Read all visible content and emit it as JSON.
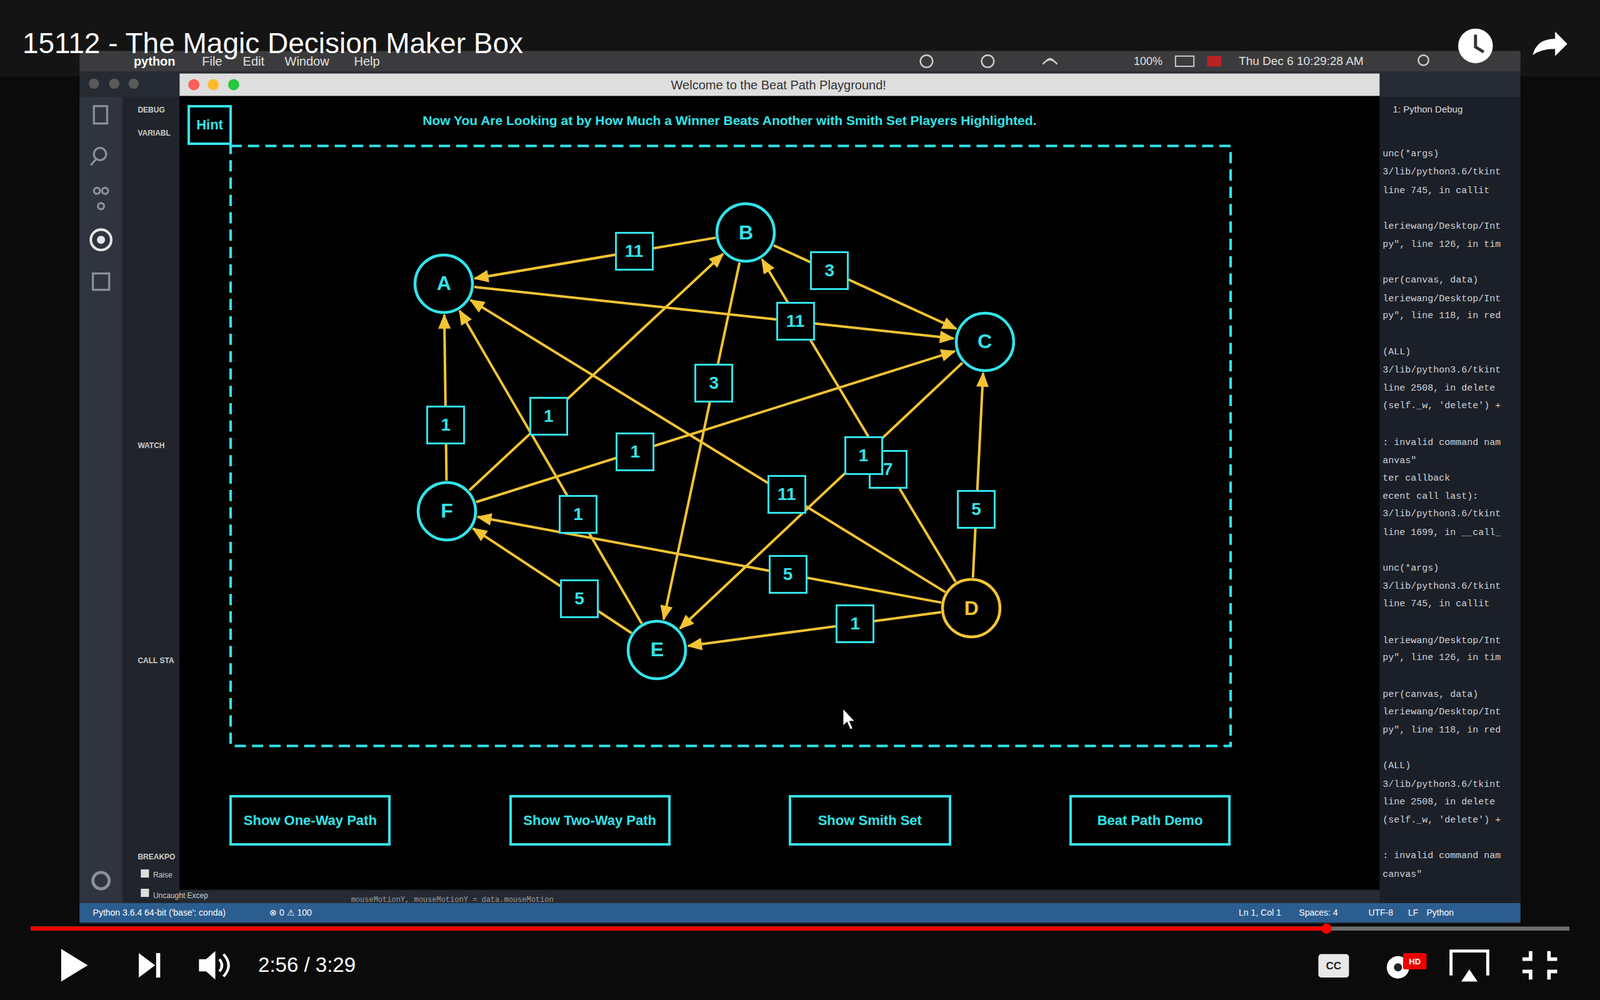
{
  "diagram": {
    "title": "15112 - The Magic Decision Maker Box",
    "nodes": [
      {
        "text": [
          "Hint"
        ]
      },
      {
        "text": [
          "B"
        ]
      },
      {
        "text": [
          "A"
        ]
      },
      {
        "text": [
          "C"
        ]
      },
      {
        "text": [
          "F"
        ]
      },
      {
        "text": [
          "D"
        ]
      },
      {
        "text": [
          "E"
        ]
      },
      {
        "text": [
          "Show One-Way Path"
        ]
      },
      {
        "text": [
          "Show Two-Way Path"
        ]
      },
      {
        "text": [
          "Show Smith Set"
        ]
      },
      {
        "text": [
          "Beat Path Demo"
        ]
      }
    ],
    "edges": [
      {
        "from": 1,
        "to": 2,
        "arrow": "to",
        "label": "11"
      },
      {
        "from": 1,
        "to": 3,
        "arrow": "to",
        "label": "3"
      },
      {
        "from": 2,
        "to": 3,
        "arrow": "to",
        "label": "11"
      },
      {
        "from": 4,
        "to": 2,
        "arrow": "to",
        "label": "1"
      },
      {
        "from": 4,
        "to": 1,
        "arrow": "to",
        "label": "1"
      },
      {
        "from": 4,
        "to": 3,
        "arrow": "to",
        "label": "1"
      },
      {
        "from": 6,
        "to": 2,
        "arrow": "to",
        "label": "1"
      },
      {
        "from": 6,
        "to": 4,
        "arrow": "to",
        "label": "5"
      },
      {
        "from": 5,
        "to": 4,
        "arrow": "to",
        "label": "5"
      },
      {
        "from": 5,
        "to": 6,
        "arrow": "to",
        "label": "1"
      },
      {
        "from": 5,
        "to": 3,
        "arrow": "to",
        "label": "5"
      },
      {
        "from": 5,
        "to": 1,
        "arrow": "to",
        "label": "7"
      },
      {
        "from": 1,
        "to": 6,
        "arrow": "to",
        "label": "3"
      },
      {
        "from": 5,
        "to": 2,
        "arrow": "to",
        "label": "11"
      },
      {
        "from": 3,
        "to": 6,
        "arrow": "to",
        "label": "1"
      }
    ],
    "labels": [
      "python",
      "File",
      "Edit",
      "Window",
      "Help",
      "100%",
      "Thu Dec 6 10:29:28 AM",
      "Welcome to the Beat Path Playground!",
      "Now You Are Looking at by How Much a Winner Beats Another with Smith Set Players Highlighted.",
      "DEBUG",
      "VARIABL",
      "WATCH",
      "CALL STA",
      "BREAKPO",
      "Raise",
      "Uncaught Excep",
      "1: Python Debug",
      "Python 3.6.4 64-bit ('base': conda)",
      "⊗ 0 ⚠ 100",
      "Ln 1, Col 1",
      "Spaces: 4",
      "UTF-8",
      "LF",
      "Python",
      "mouseMotionY, mouseMotionY = data.mouseMotion",
      "2:56 / 3:29",
      "CC",
      "HD",
      "unc(*args)",
      "3/lib/python3.6/tkint",
      "line 745, in callit",
      "leriewang/Desktop/Int",
      "py\", line 126, in tim",
      "per(canvas, data)",
      "leriewang/Desktop/Int",
      "py\", line 118, in red",
      "(ALL)",
      "3/lib/python3.6/tkint",
      "line 2508, in delete",
      "(self._w, 'delete') +",
      ": invalid command nam",
      "anvas\"",
      "ter callback",
      "ecent call last):",
      "3/lib/python3.6/tkint",
      "line 1699, in __call_",
      "unc(*args)",
      "3/lib/python3.6/tkint",
      "line 745, in callit",
      "leriewang/Desktop/Int",
      "py\", line 126, in tim",
      "per(canvas, data)",
      "leriewang/Desktop/Int",
      "py\", line 118, in red",
      "(ALL)",
      "3/lib/python3.6/tkint",
      "line 2508, in delete",
      "(self._w, 'delete') +",
      ": invalid command nam",
      "canvas\""
    ]
  }
}
